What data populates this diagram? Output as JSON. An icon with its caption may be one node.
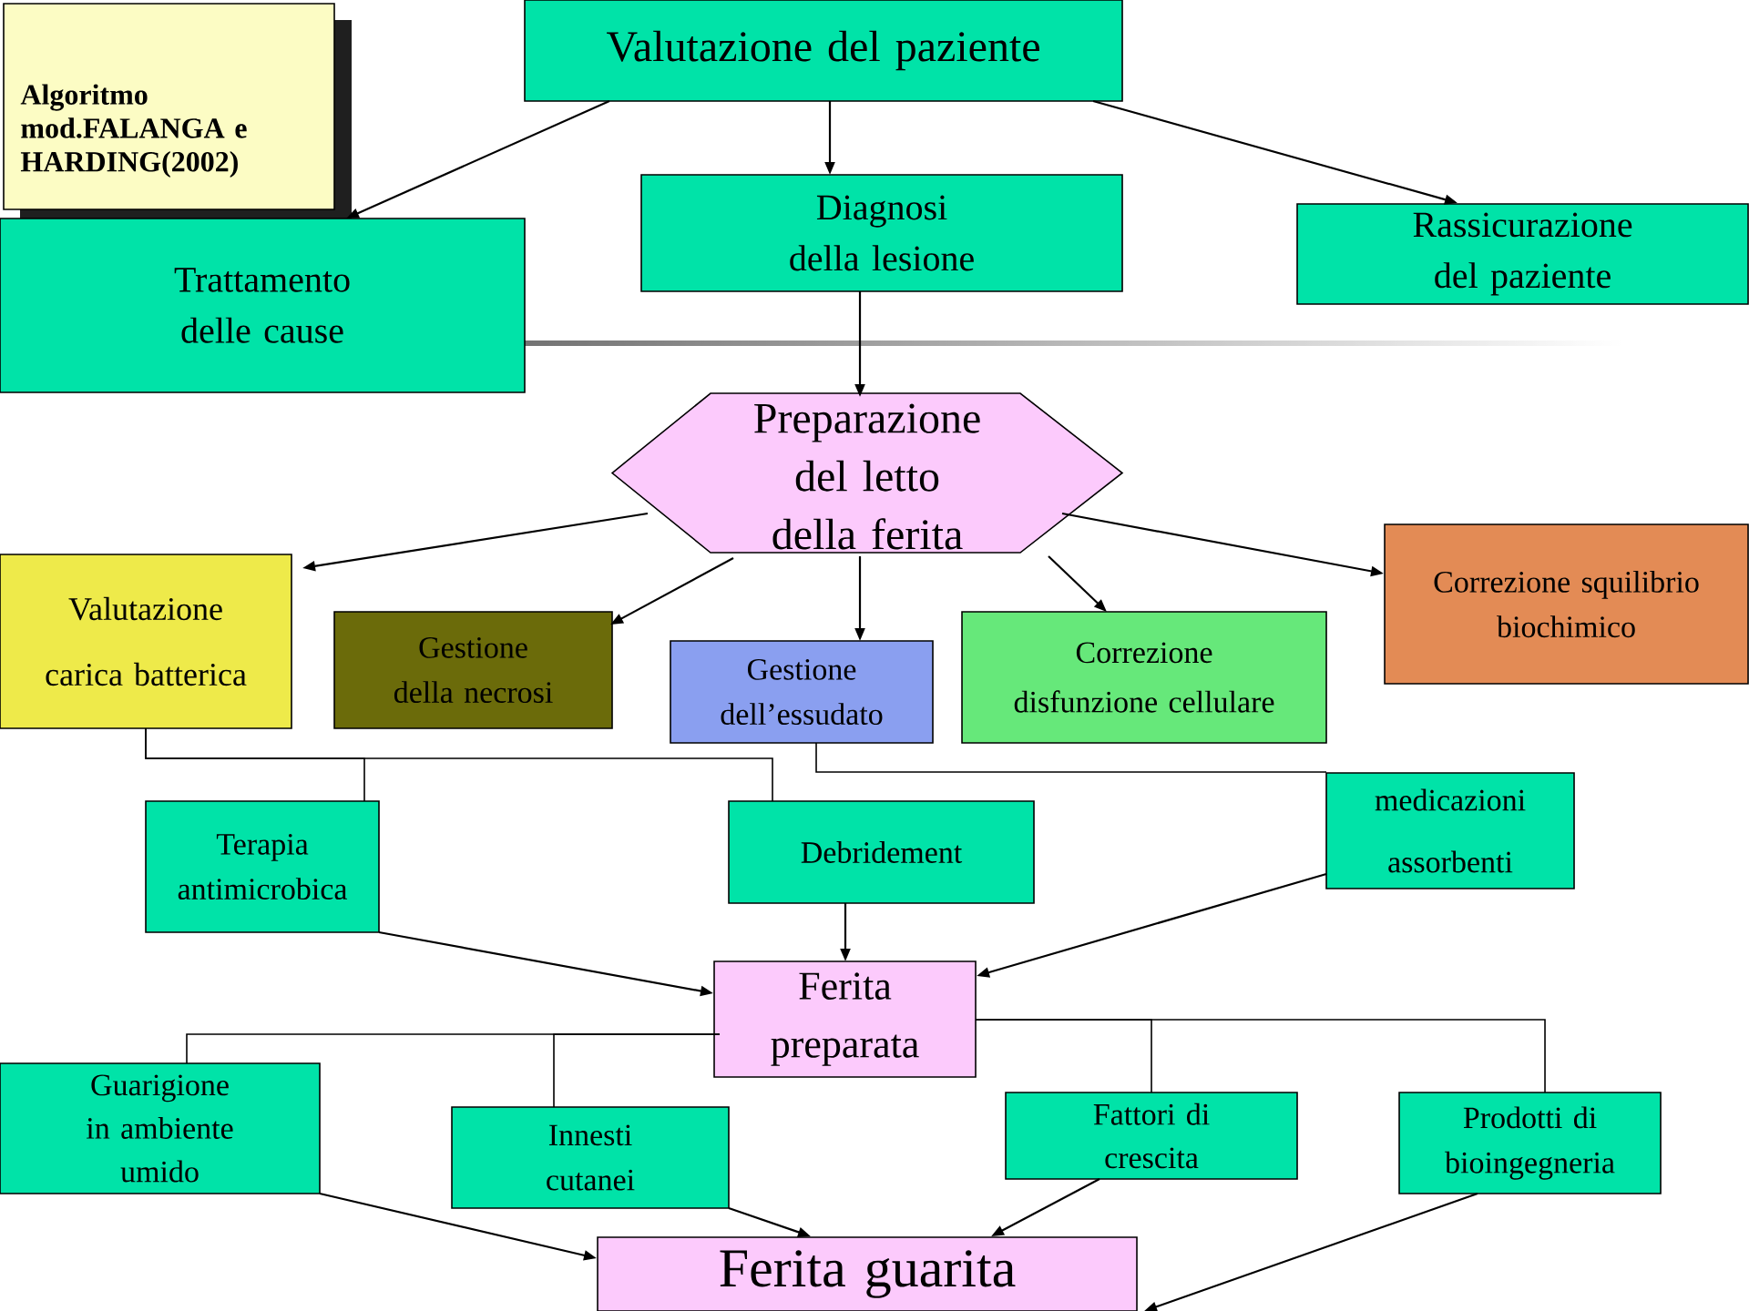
{
  "diagram": {
    "nodes": [
      {
        "text": [
          "Algoritmo mod.FALANGA e HARDING(2002)"
        ]
      },
      {
        "text": [
          "Valutazione del paziente"
        ]
      },
      {
        "text": [
          "Trattamento delle cause"
        ]
      },
      {
        "text": [
          "Diagnosi della lesione"
        ]
      },
      {
        "text": [
          "Rassicurazione del paziente"
        ]
      },
      {
        "text": [
          "Preparazione del letto della ferita"
        ]
      },
      {
        "text": [
          "Valutazione carica batterica"
        ]
      },
      {
        "text": [
          "Gestione della necrosi"
        ]
      },
      {
        "text": [
          "Gestione dell’essudato"
        ]
      },
      {
        "text": [
          "Correzione disfunzione cellulare"
        ]
      },
      {
        "text": [
          "Correzione squilibrio biochimico"
        ]
      },
      {
        "text": [
          "Terapia antimicrobica"
        ]
      },
      {
        "text": [
          "Debridement"
        ]
      },
      {
        "text": [
          "medicazioni assorbenti"
        ]
      },
      {
        "text": [
          "Ferita preparata"
        ]
      },
      {
        "text": [
          "Guarigione in ambiente umido"
        ]
      },
      {
        "text": [
          "Innesti cutanei"
        ]
      },
      {
        "text": [
          "Fattori di crescita"
        ]
      },
      {
        "text": [
          "Prodotti di bioingegneria"
        ]
      },
      {
        "text": [
          "Ferita guarita"
        ]
      }
    ],
    "edges": [
      {
        "from": 1,
        "to": 2,
        "arrow": "to"
      },
      {
        "from": 1,
        "to": 3,
        "arrow": "to"
      },
      {
        "from": 1,
        "to": 4,
        "arrow": "to"
      },
      {
        "from": 3,
        "to": 5,
        "arrow": "to"
      },
      {
        "from": 5,
        "to": 6,
        "arrow": "to"
      },
      {
        "from": 5,
        "to": 7,
        "arrow": "to"
      },
      {
        "from": 5,
        "to": 8,
        "arrow": "to"
      },
      {
        "from": 5,
        "to": 9,
        "arrow": "to"
      },
      {
        "from": 5,
        "to": 10,
        "arrow": "to"
      },
      {
        "from": 6,
        "to": 11,
        "arrow": "none"
      },
      {
        "from": 6,
        "to": 12,
        "arrow": "none"
      },
      {
        "from": 8,
        "to": 13,
        "arrow": "none"
      },
      {
        "from": 11,
        "to": 14,
        "arrow": "to"
      },
      {
        "from": 12,
        "to": 14,
        "arrow": "to"
      },
      {
        "from": 13,
        "to": 14,
        "arrow": "to"
      },
      {
        "from": 14,
        "to": 15,
        "arrow": "none"
      },
      {
        "from": 14,
        "to": 16,
        "arrow": "none"
      },
      {
        "from": 14,
        "to": 17,
        "arrow": "none"
      },
      {
        "from": 14,
        "to": 18,
        "arrow": "none"
      },
      {
        "from": 15,
        "to": 19,
        "arrow": "to"
      },
      {
        "from": 16,
        "to": 19,
        "arrow": "to"
      },
      {
        "from": 17,
        "to": 19,
        "arrow": "to"
      },
      {
        "from": 18,
        "to": 19,
        "arrow": "to"
      }
    ]
  }
}
